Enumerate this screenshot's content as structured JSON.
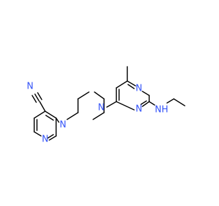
{
  "molecule": {
    "atom_color_nitrogen": "#3050F8",
    "atom_color_carbon": "#000000",
    "background": "#ffffff",
    "labels": {
      "n_nitrile": "N",
      "c_nitrile": "C",
      "n_pyridine": "N",
      "n_piperazine_top": "N",
      "n_piperazine_bottom": "N",
      "n_pyrimidine_top": "N",
      "n_pyrimidine_bottom": "N",
      "nh_amine": "NH"
    }
  }
}
